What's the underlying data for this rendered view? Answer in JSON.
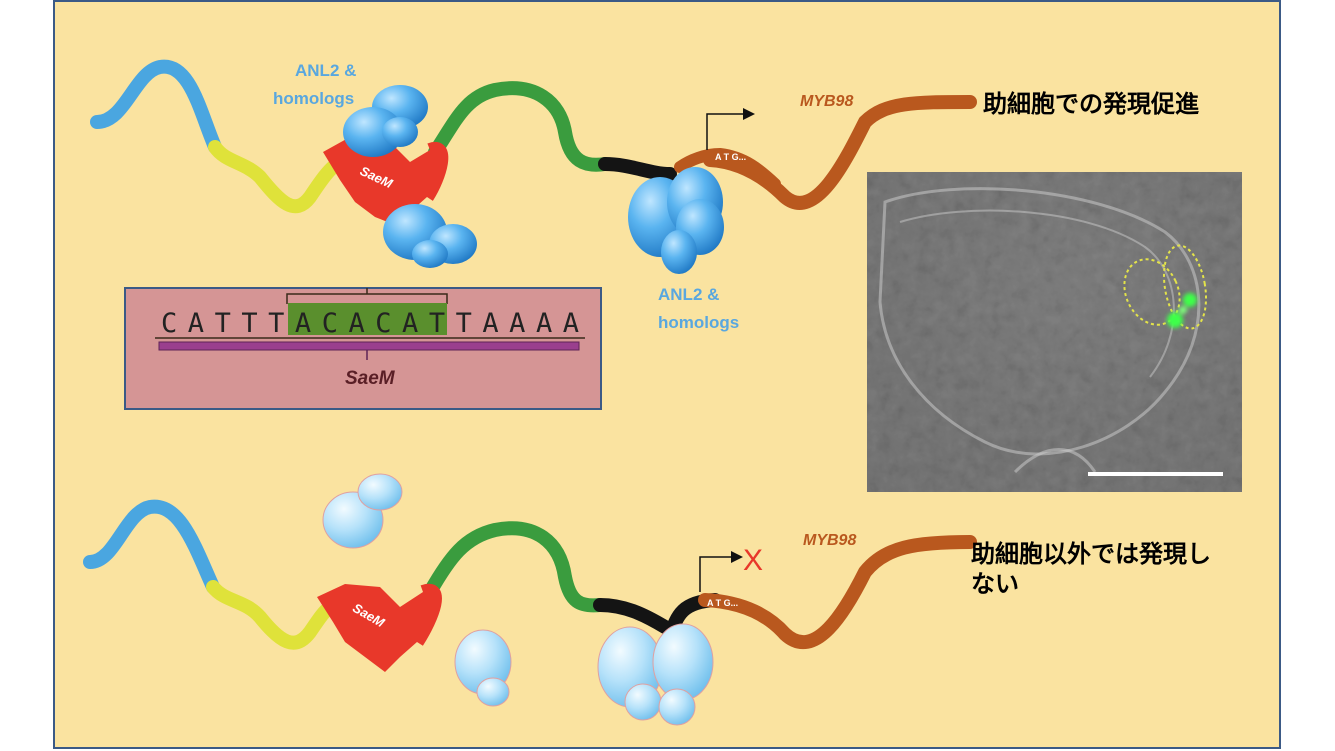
{
  "top": {
    "protein_label_line1": "ANL2 &",
    "protein_label_line2": "homologs",
    "protein_label2_line1": "ANL2 &",
    "protein_label2_line2": "homologs",
    "motif_label": "SaeM",
    "start_codon": "A T G...",
    "gene_label": "MYB98",
    "result_text": "助細胞での発現促進"
  },
  "sequence_box": {
    "sequence": "CATTTACACATTAAAA",
    "highlight": "ACACAT",
    "motif_label": "SaeM"
  },
  "bottom": {
    "motif_label": "SaeM",
    "start_codon": "A T G...",
    "gene_label": "MYB98",
    "blocked_mark": "X",
    "result_line1": "助細胞以外では発現し",
    "result_line2": "ない"
  },
  "colors": {
    "background": "#fae3a0",
    "border": "#3b5a86",
    "dna_blue": "#4aa6e0",
    "dna_yellow": "#dfe23a",
    "motif_red": "#e8382a",
    "dna_green": "#3a9c3e",
    "dna_black": "#141414",
    "gene_orange": "#b9581e",
    "protein_blue": "#3c9fe6",
    "protein_pale": "#a9dcf7",
    "seq_box_fill": "#d59595",
    "highlight_green": "#5a8f2d",
    "bracket_purple": "#9a3f8e"
  }
}
